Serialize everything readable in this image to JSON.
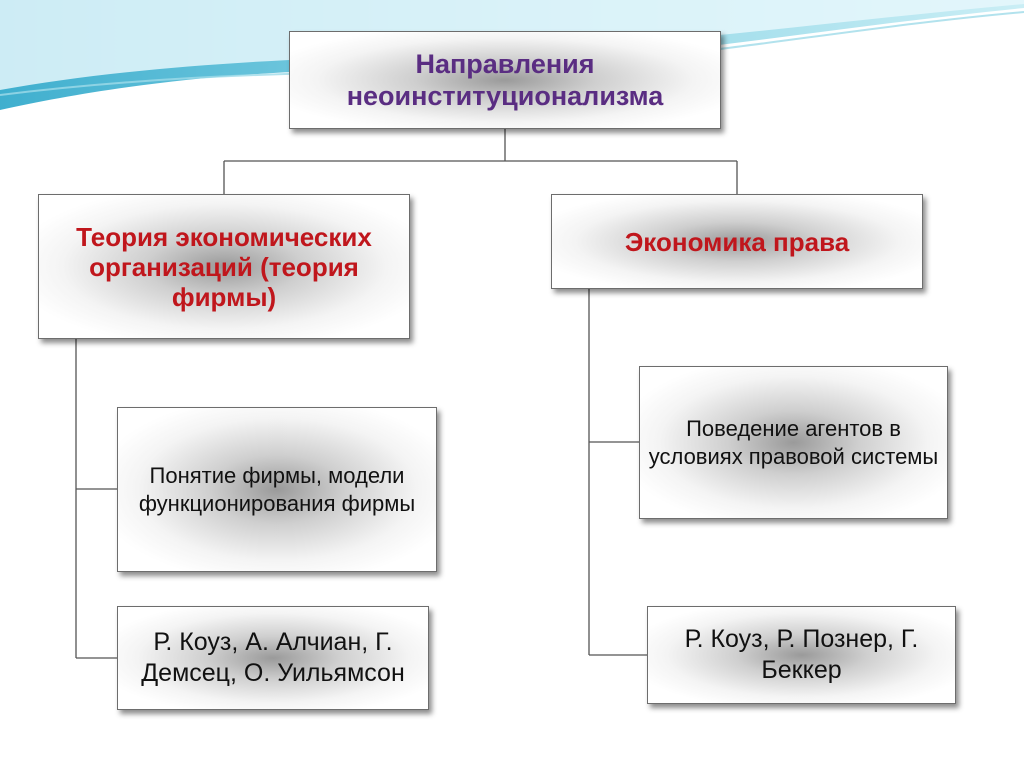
{
  "diagram": {
    "root": {
      "label": "Направления неоинституционализма"
    },
    "branches": [
      {
        "label": "Теория экономических организаций (теория фирмы)",
        "children": [
          {
            "label": "Понятие фирмы, модели функционирования фирмы"
          },
          {
            "label": "Р. Коуз, А. Алчиан, Г. Демсец, О. Уильямсон"
          }
        ]
      },
      {
        "label": "Экономика права",
        "children": [
          {
            "label": "Поведение агентов в условиях правовой системы"
          },
          {
            "label": "Р. Коуз, Р. Познер, Г. Беккер"
          }
        ]
      }
    ]
  },
  "colors": {
    "root_text": "#5a2d82",
    "branch_text": "#c0161c",
    "leaf_text": "#111111",
    "connector": "#555555",
    "wave": "#4fb3cf"
  }
}
